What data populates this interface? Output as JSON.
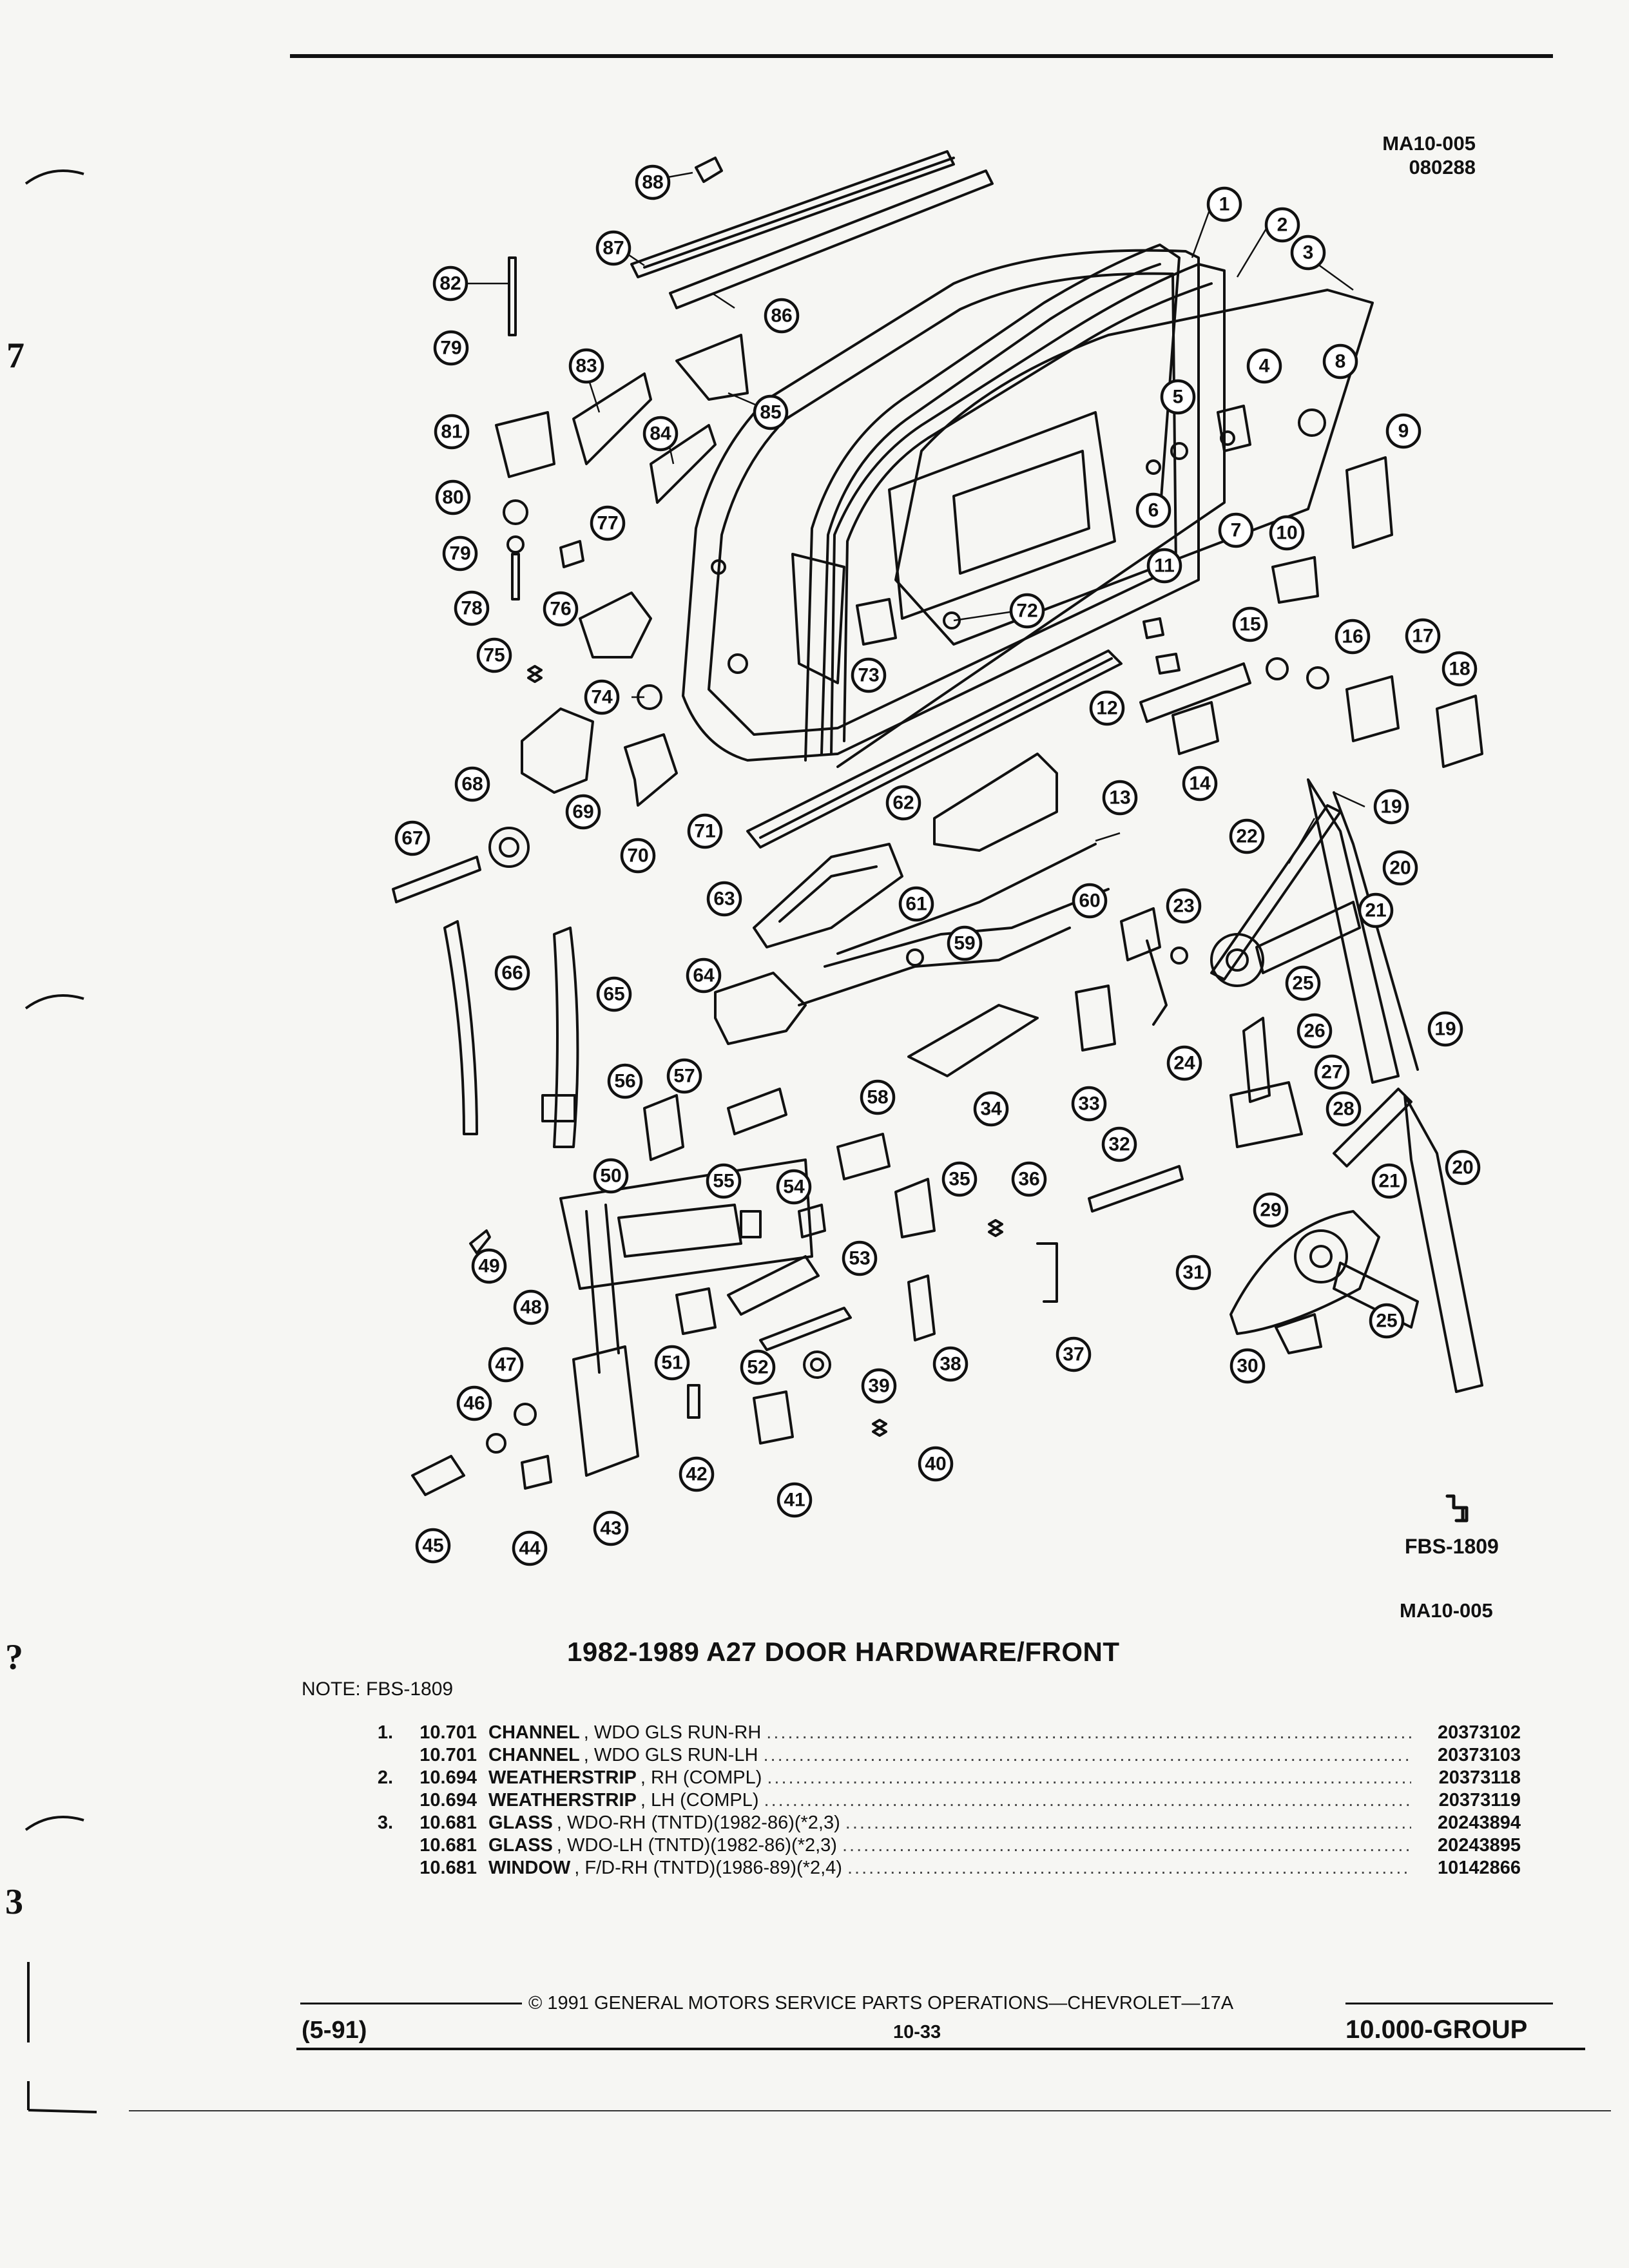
{
  "header": {
    "ref_code": "MA10-005",
    "ref_date": "080288"
  },
  "figure": {
    "callouts": [
      "1",
      "2",
      "3",
      "4",
      "5",
      "6",
      "7",
      "8",
      "9",
      "10",
      "11",
      "12",
      "13",
      "14",
      "15",
      "16",
      "17",
      "18",
      "19",
      "20",
      "21",
      "22",
      "23",
      "24",
      "25",
      "26",
      "27",
      "28",
      "29",
      "30",
      "31",
      "32",
      "33",
      "34",
      "35",
      "36",
      "37",
      "38",
      "39",
      "40",
      "41",
      "42",
      "43",
      "44",
      "45",
      "46",
      "47",
      "48",
      "49",
      "50",
      "51",
      "52",
      "53",
      "54",
      "55",
      "56",
      "57",
      "58",
      "59",
      "60",
      "61",
      "62",
      "63",
      "64",
      "65",
      "66",
      "67",
      "68",
      "69",
      "70",
      "71",
      "72",
      "73",
      "74",
      "75",
      "76",
      "77",
      "78",
      "79",
      "80",
      "81",
      "82",
      "83",
      "84",
      "85",
      "86",
      "87",
      "88",
      "19",
      "20",
      "21",
      "25",
      "79"
    ],
    "mark": "FBS-1809",
    "figure_id": "MA10-005"
  },
  "title": "1982-1989 A27 DOOR HARDWARE/FRONT",
  "note": "NOTE:  FBS-1809",
  "parts": [
    {
      "item": "1.",
      "group": "10.701",
      "name": "CHANNEL",
      "desc": ", WDO GLS RUN-RH",
      "part_no": "20373102"
    },
    {
      "item": "",
      "group": "10.701",
      "name": "CHANNEL",
      "desc": ", WDO GLS RUN-LH",
      "part_no": "20373103"
    },
    {
      "item": "2.",
      "group": "10.694",
      "name": "WEATHERSTRIP",
      "desc": ", RH (COMPL)",
      "part_no": "20373118"
    },
    {
      "item": "",
      "group": "10.694",
      "name": "WEATHERSTRIP",
      "desc": ", LH (COMPL)",
      "part_no": "20373119"
    },
    {
      "item": "3.",
      "group": "10.681",
      "name": "GLASS",
      "desc": ", WDO-RH (TNTD)(1982-86)(*2,3)",
      "part_no": "20243894"
    },
    {
      "item": "",
      "group": "10.681",
      "name": "GLASS",
      "desc": ", WDO-LH (TNTD)(1982-86)(*2,3)",
      "part_no": "20243895"
    },
    {
      "item": "",
      "group": "10.681",
      "name": "WINDOW",
      "desc": ", F/D-RH (TNTD)(1986-89)(*2,4)",
      "part_no": "10142866"
    }
  ],
  "dots": "..............................................................................................................",
  "footer": {
    "copyright": "©  1991  GENERAL MOTORS SERVICE PARTS OPERATIONS—CHEVROLET—17A",
    "date": "(5-91)",
    "page": "10-33",
    "group": "10.000-GROUP"
  },
  "margin_marks": [
    "7",
    "?",
    "3"
  ]
}
